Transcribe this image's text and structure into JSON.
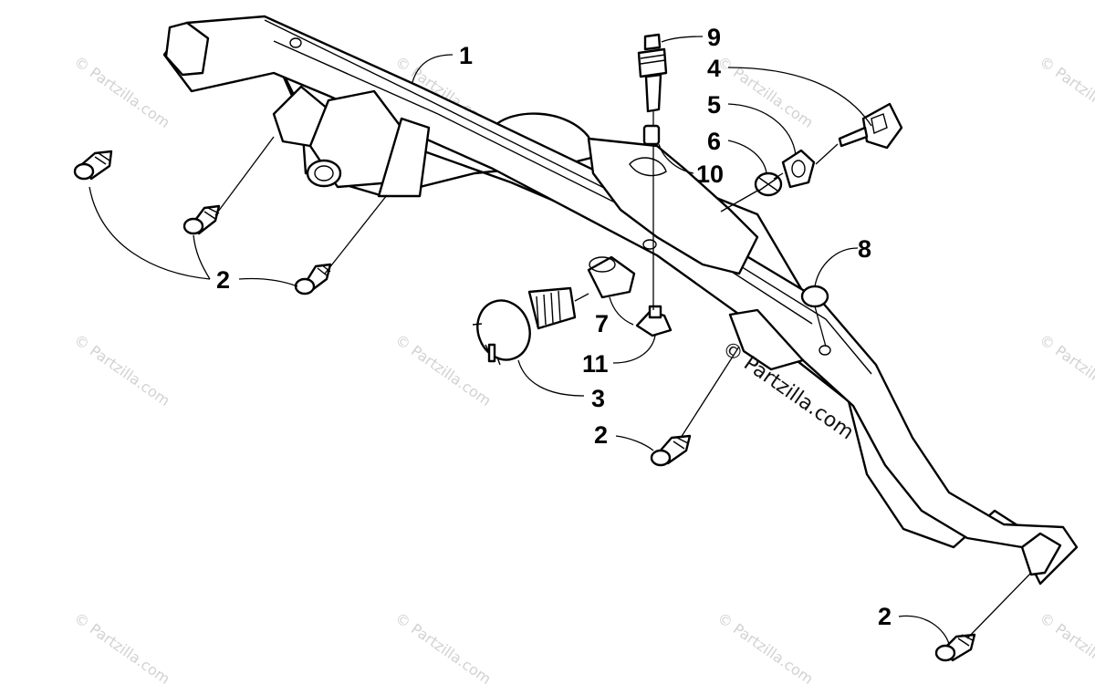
{
  "diagram": {
    "callouts": [
      {
        "id": "1",
        "label": "1"
      },
      {
        "id": "2a",
        "label": "2"
      },
      {
        "id": "2b",
        "label": "2"
      },
      {
        "id": "2c",
        "label": "2"
      },
      {
        "id": "3",
        "label": "3"
      },
      {
        "id": "4",
        "label": "4"
      },
      {
        "id": "5",
        "label": "5"
      },
      {
        "id": "6",
        "label": "6"
      },
      {
        "id": "7",
        "label": "7"
      },
      {
        "id": "8",
        "label": "8"
      },
      {
        "id": "9",
        "label": "9"
      },
      {
        "id": "10",
        "label": "10"
      },
      {
        "id": "11",
        "label": "11"
      }
    ],
    "watermark_main": "© Partzilla.com",
    "watermark_tile": "© Partzilla.com"
  }
}
